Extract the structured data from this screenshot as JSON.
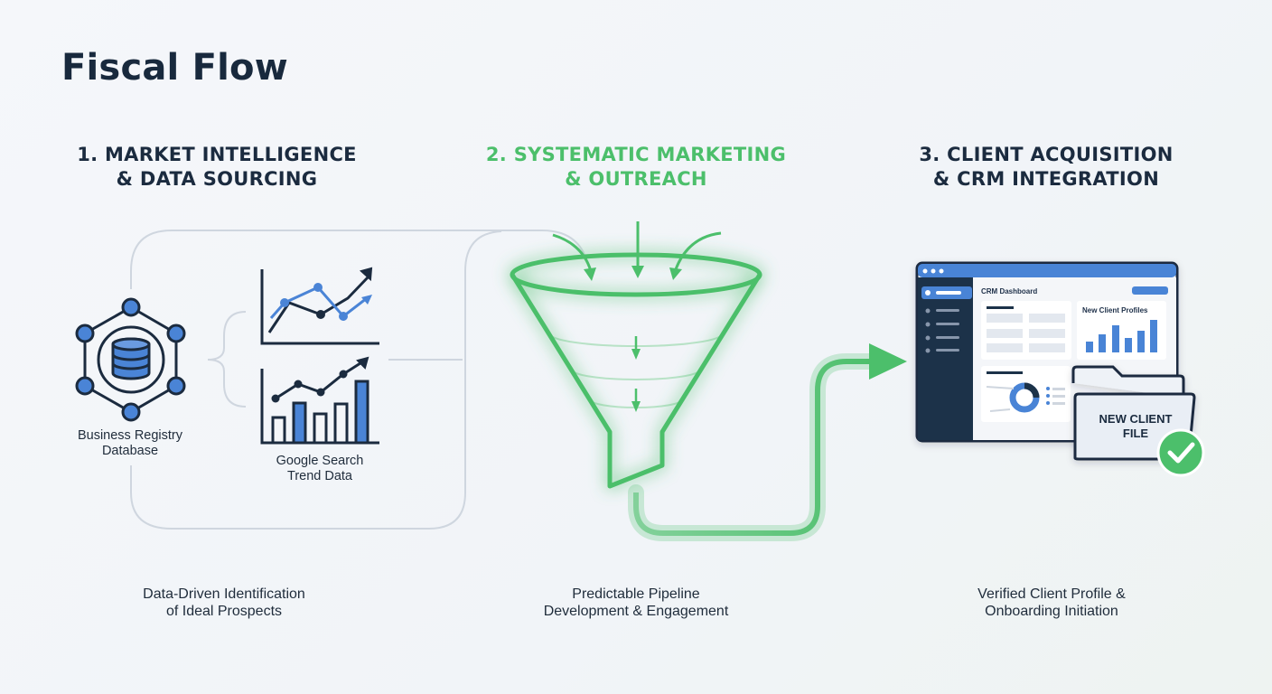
{
  "title": "Fiscal Flow",
  "stages": [
    {
      "heading_line1": "1. MARKET INTELLIGENCE",
      "heading_line2": "& DATA SOURCING",
      "caption_line1": "Data-Driven Identification",
      "caption_line2": "of Ideal Prospects"
    },
    {
      "heading_line1": "2. SYSTEMATIC MARKETING",
      "heading_line2": "& OUTREACH",
      "caption_line1": "Predictable Pipeline",
      "caption_line2": "Development & Engagement"
    },
    {
      "heading_line1": "3. CLIENT ACQUISITION",
      "heading_line2": "& CRM INTEGRATION",
      "caption_line1": "Verified Client Profile &",
      "caption_line2": "Onboarding Initiation"
    }
  ],
  "sources": {
    "database_line1": "Business Registry",
    "database_line2": "Database",
    "trends_line1": "Google Search",
    "trends_line2": "Trend Data"
  },
  "crm": {
    "dashboard_title": "CRM Dashboard",
    "profiles_title": "New Client Profiles",
    "file_line1": "NEW CLIENT",
    "file_line2": "FILE"
  },
  "colors": {
    "accent_green": "#4cbf6b",
    "navy": "#1b2b3f",
    "blue": "#4a84d6"
  },
  "icons": [
    "database-network-icon",
    "line-chart-icon",
    "bar-chart-icon",
    "funnel-icon",
    "folder-icon",
    "check-icon"
  ]
}
